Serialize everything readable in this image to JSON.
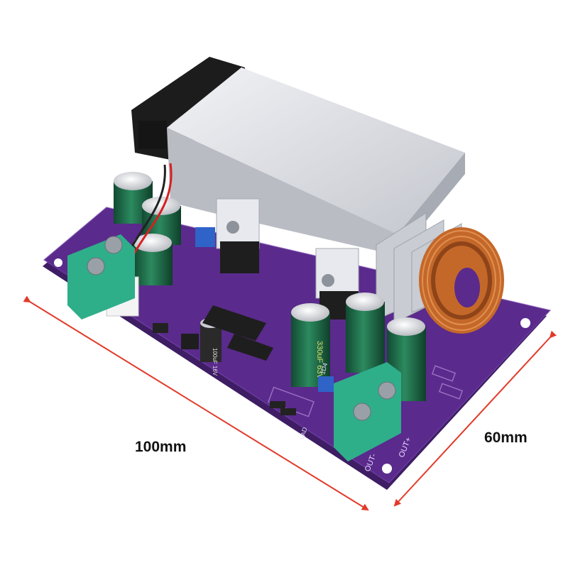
{
  "dimensions": {
    "length_label": "100mm",
    "width_label": "60mm"
  },
  "silkscreen": {
    "cap_small": "100uF 16V",
    "cap_large": "330uF 63V",
    "inductor_mark": "1D4",
    "out_minus": "OUT-",
    "out_plus": "OUT+",
    "vad": "VAD"
  },
  "colors": {
    "pcb": "#5a2a8c",
    "pcb_edge": "#3e1d64",
    "heatsink": "#d9dbe0",
    "fan": "#1c1c1c",
    "capacitor": "#1f6b4a",
    "terminal": "#2fae8a",
    "copper": "#c4682a",
    "dimension_line": "#e23a2a"
  }
}
